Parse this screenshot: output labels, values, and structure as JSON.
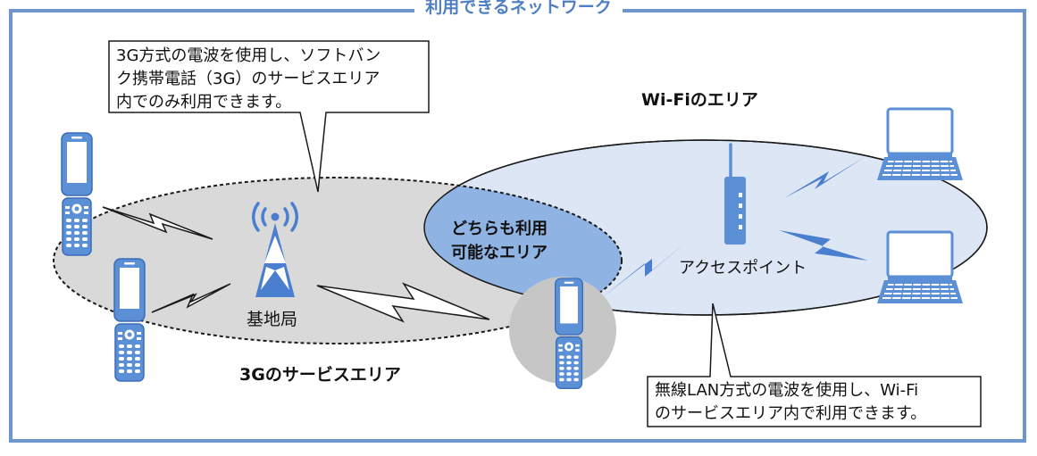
{
  "title": "利用できるネットワーク",
  "callouts": {
    "three_g": [
      "3G方式の電波を使用し、ソフトバン",
      "ク携帯電話（3G）のサービスエリア",
      "内でのみ利用できます。"
    ],
    "wifi": [
      "無線LAN方式の電波を使用し、Wi-Fi",
      "のサービスエリア内で利用できます。"
    ]
  },
  "labels": {
    "wifi_area": "Wi-Fiのエリア",
    "overlap_line1": "どちらも利用",
    "overlap_line2": "可能なエリア",
    "access_point": "アクセスポイント",
    "base_station": "基地局",
    "three_g_area": "3Gのサービスエリア"
  },
  "colors": {
    "frame": "#6f96cc",
    "device_blue": "#5b8fd6",
    "signal_blue": "#4a7fd0",
    "wifi_area": "#dde6f5",
    "three_g_area": "#d9d9d9",
    "overlap": "#8fb3e3"
  }
}
